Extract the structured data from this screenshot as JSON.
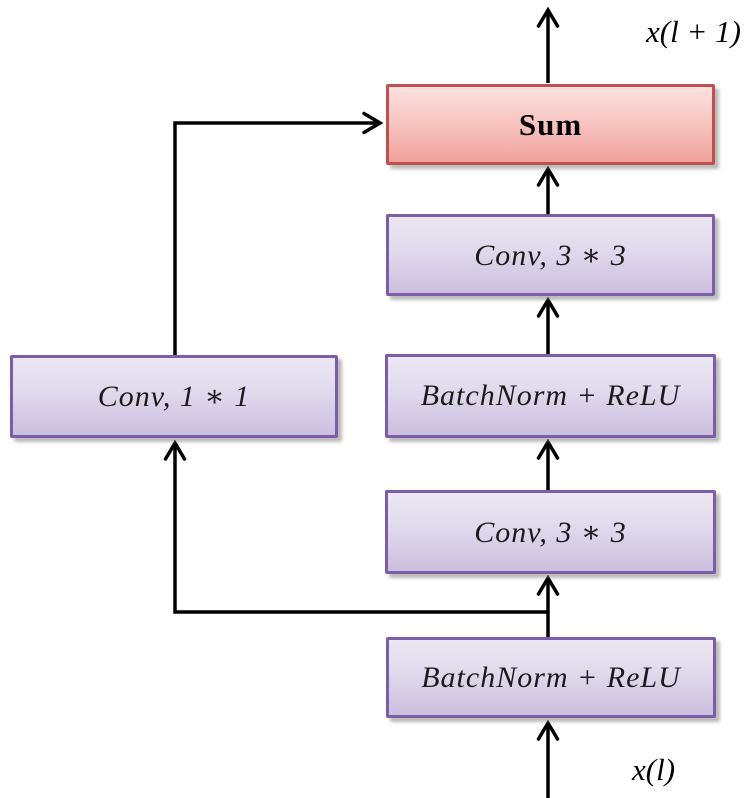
{
  "diagram": {
    "title_semantic": "residual-block-diagram",
    "output_label": "x(l + 1)",
    "input_label": "x(l)",
    "boxes": {
      "sum": "Sum",
      "conv3x3_upper": "Conv, 3 ∗ 3",
      "batchnorm_relu_mid": "BatchNorm + ReLU",
      "conv3x3_lower": "Conv, 3 ∗ 3",
      "batchnorm_relu_bottom": "BatchNorm + ReLU",
      "conv1x1_skip": "Conv, 1 ∗ 1"
    },
    "colors": {
      "sum_border": "#c0504d",
      "sum_fill_top": "#fbe1e0",
      "sum_fill_bottom": "#f0a29e",
      "block_border": "#7d5da8",
      "block_fill_top": "#ece7f3",
      "block_fill_bottom": "#cbbfdf",
      "arrow": "#000000"
    }
  }
}
